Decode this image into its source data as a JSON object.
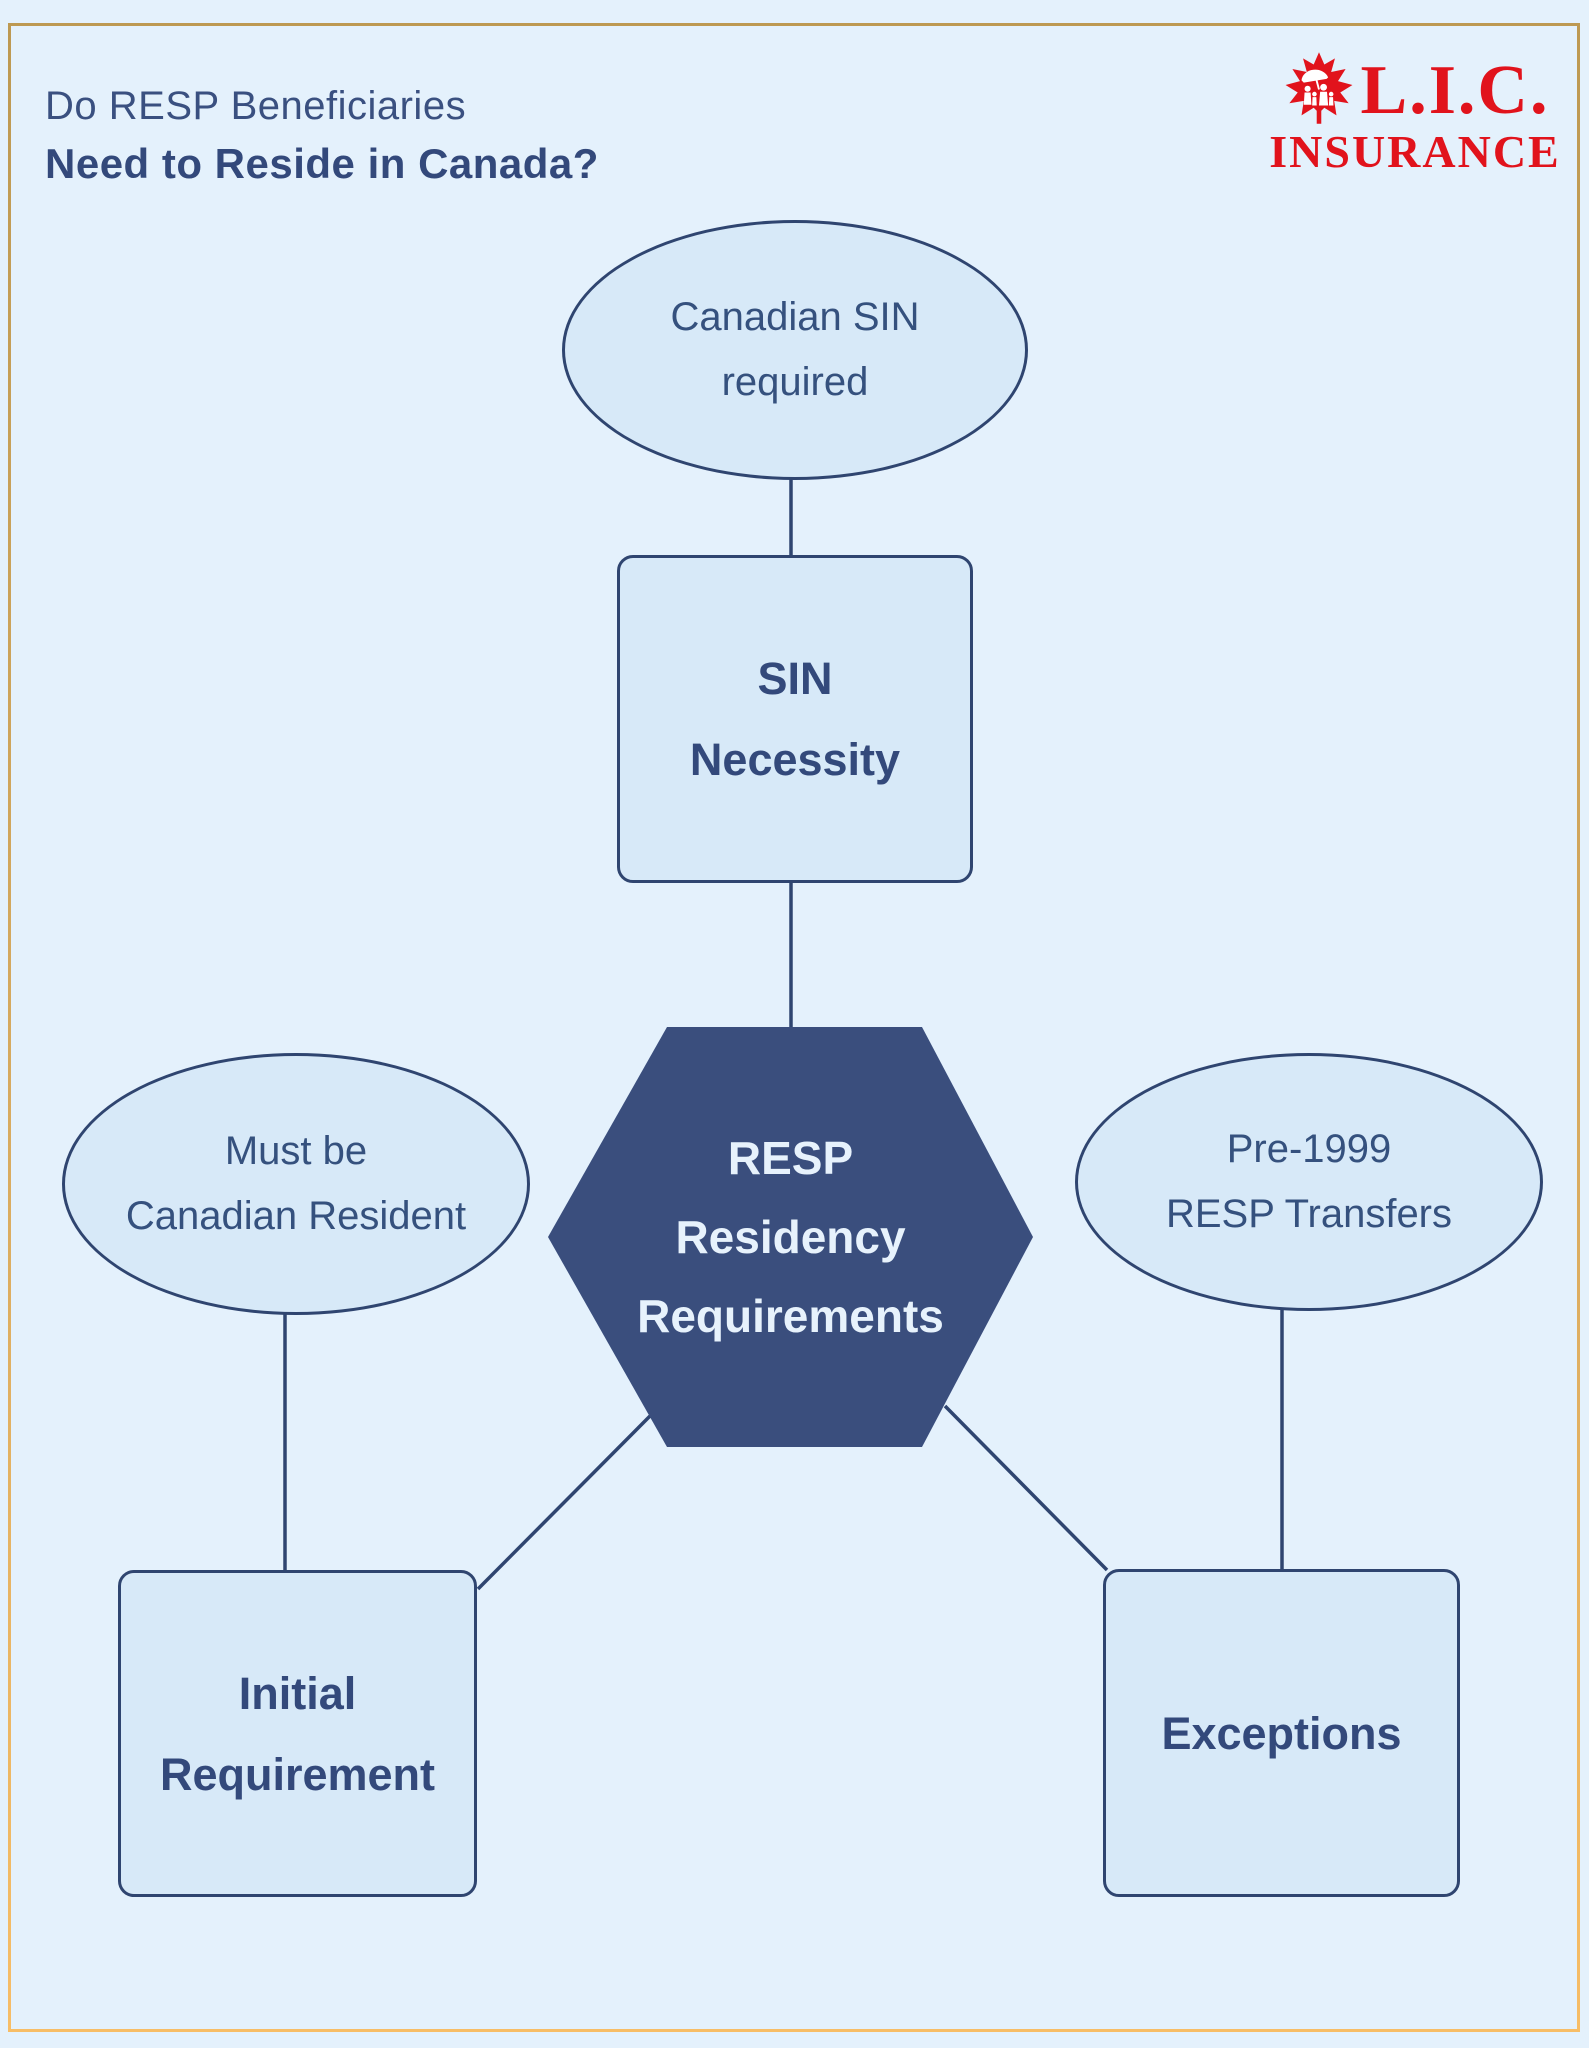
{
  "header": {
    "title_line1": "Do RESP Beneficiaries",
    "title_line2": "Need to Reside in Canada?"
  },
  "logo": {
    "acronym": "L.I.C.",
    "word": "INSURANCE",
    "color": "#e1131c"
  },
  "colors": {
    "background": "#e4f1fc",
    "frame_gold_top": "#bd9952",
    "frame_gold_bottom": "#f7bd66",
    "node_fill": "#d7e9f8",
    "node_stroke": "#2f4570",
    "connector": "#2f4570",
    "hexagon_fill": "#3a4e7d",
    "hexagon_text": "#e7f2fc",
    "ellipse_text": "#35517e",
    "box_text": "#33497b"
  },
  "diagram": {
    "center": {
      "line1": "RESP",
      "line2": "Residency",
      "line3": "Requirements"
    },
    "top_ellipse": {
      "line1": "Canadian SIN",
      "line2": "required"
    },
    "top_box": {
      "line1": "SIN",
      "line2": "Necessity"
    },
    "left_ellipse": {
      "line1": "Must be",
      "line2": "Canadian Resident"
    },
    "right_ellipse": {
      "line1": "Pre-1999",
      "line2": "RESP Transfers"
    },
    "left_box": {
      "line1": "Initial",
      "line2": "Requirement"
    },
    "right_box": {
      "line1": "Exceptions"
    }
  }
}
